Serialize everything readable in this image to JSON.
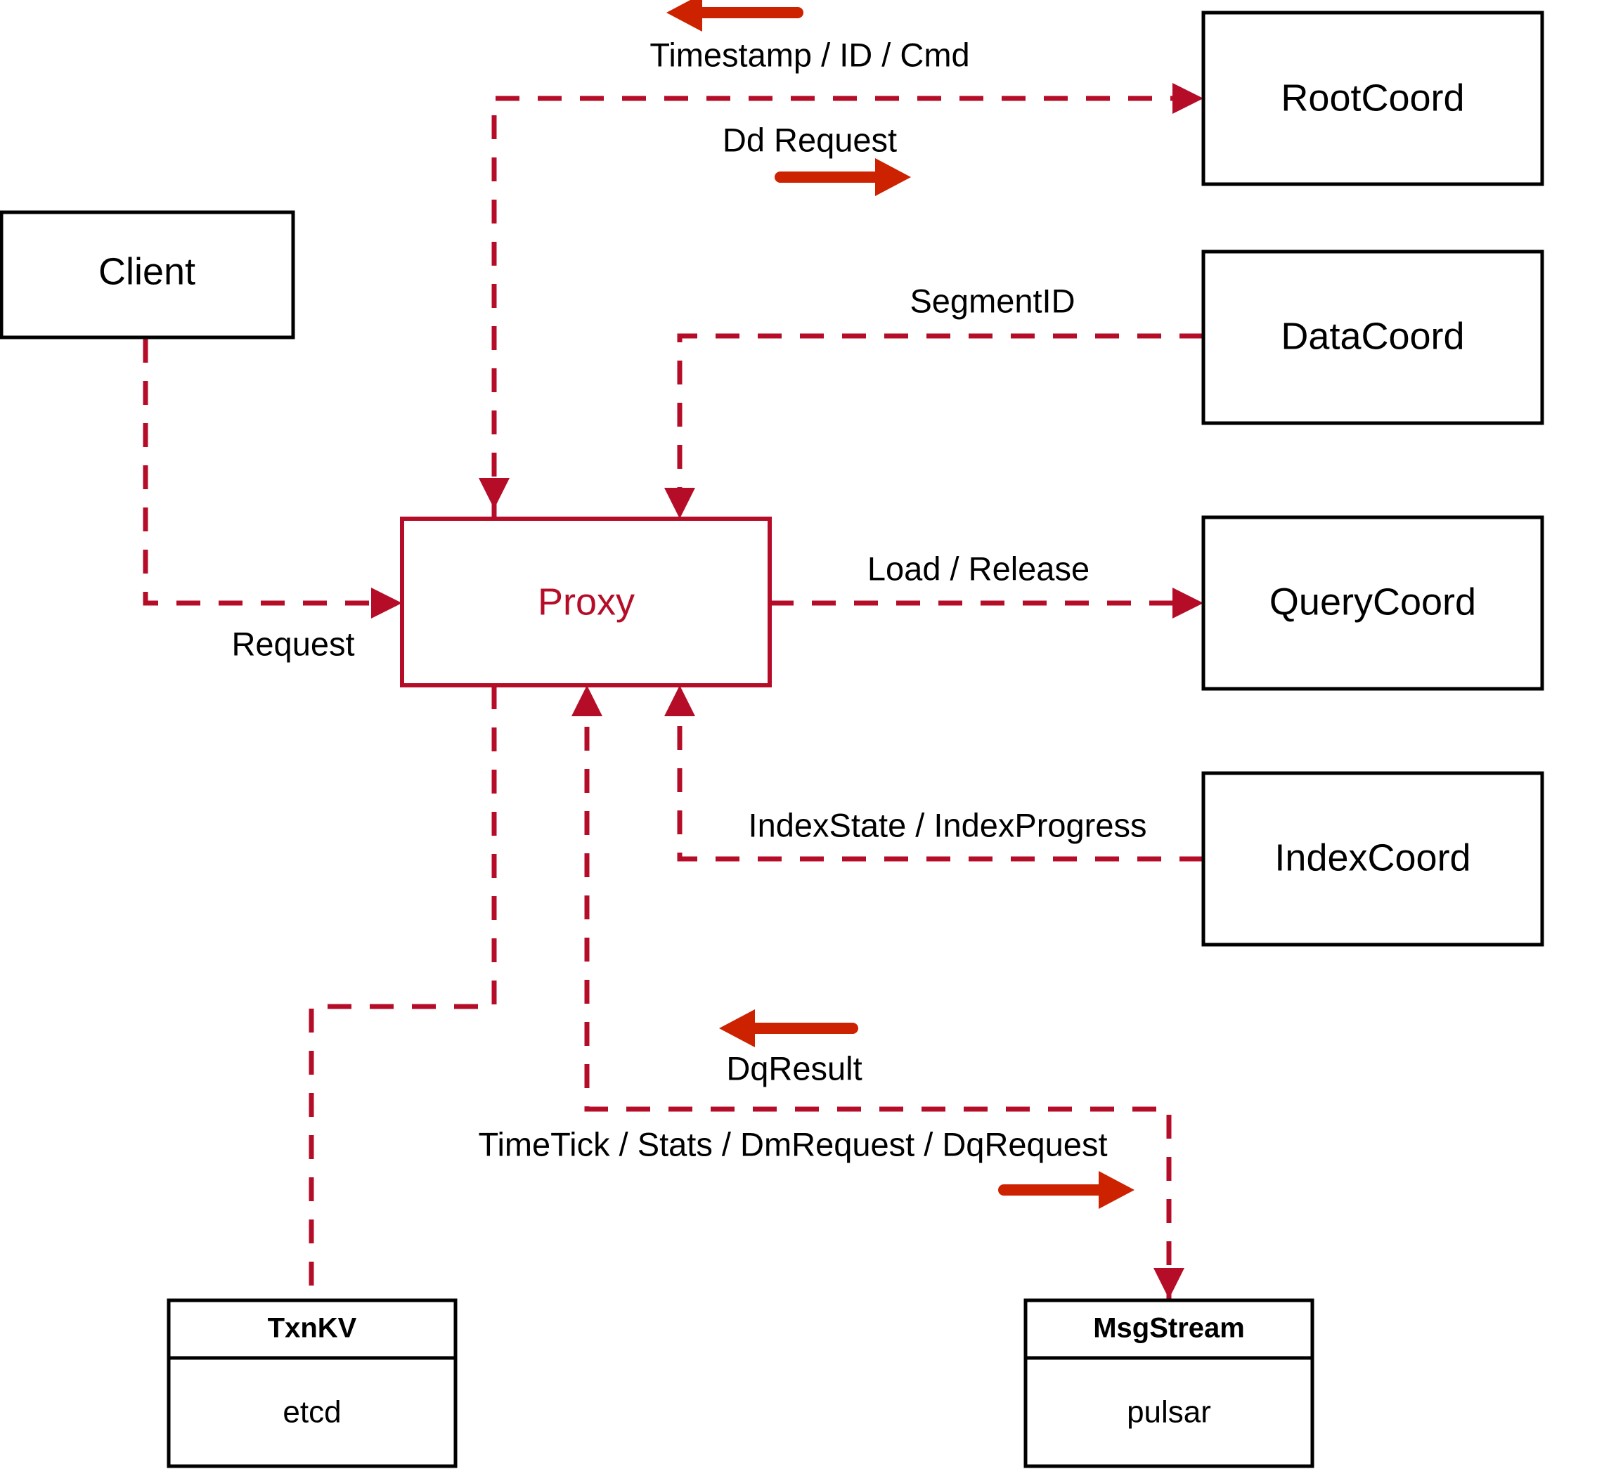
{
  "diagram": {
    "title": "Proxy component interaction diagram",
    "colors": {
      "edge": "#b50d28",
      "annotation_arrow": "#cc2200",
      "node_border": "#000000",
      "accent_node_border": "#b50d28",
      "background": "#ffffff"
    },
    "nodes": [
      {
        "id": "client",
        "label": "Client"
      },
      {
        "id": "proxy",
        "label": "Proxy"
      },
      {
        "id": "rootcoord",
        "label": "RootCoord"
      },
      {
        "id": "datacoord",
        "label": "DataCoord"
      },
      {
        "id": "querycoord",
        "label": "QueryCoord"
      },
      {
        "id": "indexcoord",
        "label": "IndexCoord"
      }
    ],
    "stacked_nodes": [
      {
        "id": "txnkv",
        "header": "TxnKV",
        "body": "etcd"
      },
      {
        "id": "msgstream",
        "header": "MsgStream",
        "body": "pulsar"
      }
    ],
    "edge_labels": {
      "timestamp_id_cmd": "Timestamp / ID / Cmd",
      "dd_request": "Dd Request",
      "segment_id": "SegmentID",
      "request": "Request",
      "load_release": "Load / Release",
      "index_state_progress": "IndexState / IndexProgress",
      "dq_result": "DqResult",
      "timetick_stats": "TimeTick / Stats / DmRequest / DqRequest"
    }
  }
}
